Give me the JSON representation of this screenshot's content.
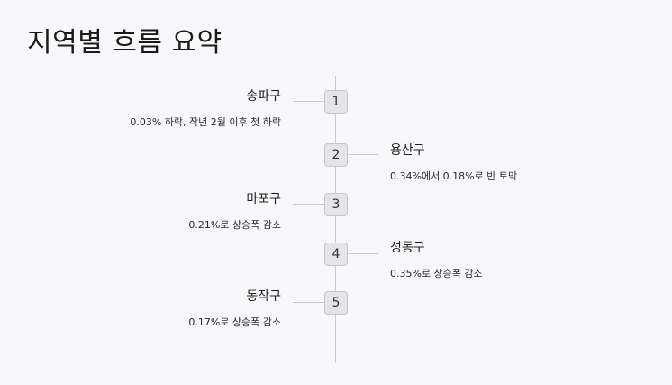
{
  "title": "지역별 흐름 요약",
  "steps": [
    {
      "number": "1",
      "name": "송파구",
      "description": "0.03% 하락, 작년 2월 이후 첫 하락"
    },
    {
      "number": "2",
      "name": "용산구",
      "description": "0.34%에서 0.18%로 반 토막"
    },
    {
      "number": "3",
      "name": "마포구",
      "description": "0.21%로 상승폭 감소"
    },
    {
      "number": "4",
      "name": "성동구",
      "description": "0.35%로 상승폭 감소"
    },
    {
      "number": "5",
      "name": "동작구",
      "description": "0.17%로 상승폭 감소"
    }
  ]
}
